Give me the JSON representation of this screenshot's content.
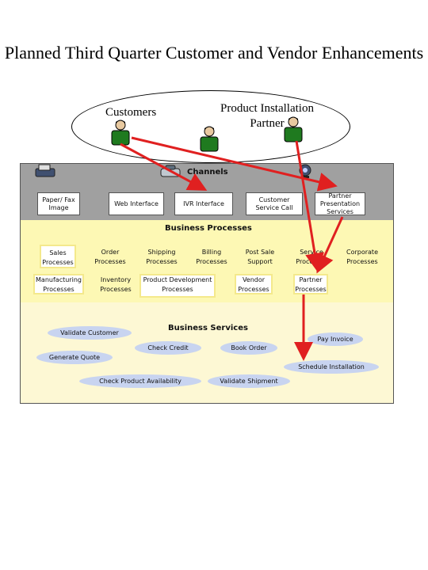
{
  "title": "Planned Third Quarter Customer and Vendor Enhancements",
  "actors": {
    "customers": "Customers",
    "partner": "Product Installation Partner"
  },
  "channels": {
    "title": "Channels",
    "items": [
      "Paper/ Fax Image",
      "Web Interface",
      "IVR Interface",
      "Customer Service Call",
      "Partner Presentation Services"
    ]
  },
  "processes": {
    "title": "Business Processes",
    "items": [
      "Sales Processes",
      "Order Processes",
      "Shipping Processes",
      "Billing Processes",
      "Post Sale Support",
      "Service Processes",
      "Corporate Processes",
      "Manufacturing Processes",
      "Inventory Processes",
      "Product Development Processes",
      "Vendor Processes",
      "Partner Processes"
    ]
  },
  "services": {
    "title": "Business Services",
    "items": [
      "Validate Customer",
      "Check Credit",
      "Book Order",
      "Pay Invoice",
      "Generate Quote",
      "Schedule Installation",
      "Check Product Availability",
      "Validate Shipment"
    ]
  },
  "colors": {
    "arrow": "#e02020",
    "channels_band": "#a0a0a0",
    "processes_band": "#fdf8b4",
    "services_band": "#fdf8d4",
    "oval": "#c8d4f0",
    "person": "#1f7a1f"
  }
}
